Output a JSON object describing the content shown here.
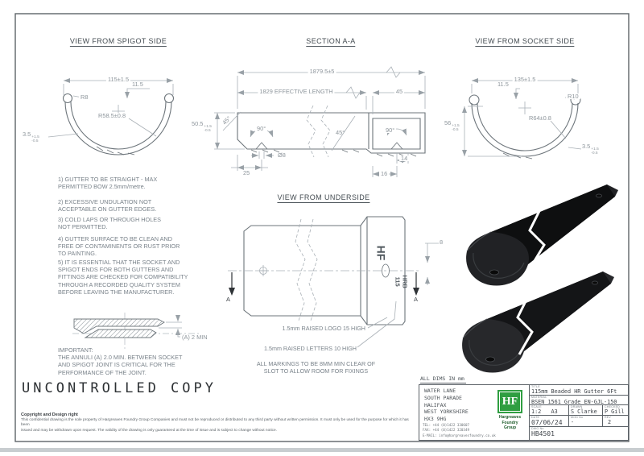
{
  "views": {
    "spigot": {
      "title": "VIEW FROM SPIGOT SIDE",
      "dim_width": "115±1.5",
      "dim_offset": "11.5",
      "dim_bead_radius": "R8",
      "dim_radius": "R58.5±0.8",
      "dim_thickness": "3.5",
      "dim_thickness_plus": "+1.5",
      "dim_thickness_minus": "-0.5"
    },
    "section": {
      "title": "SECTION A-A",
      "dim_overall": "1879.5±5",
      "dim_effective": "1829 EFFECTIVE LENGTH",
      "dim_socket_length": "45",
      "dim_height": "50.5",
      "dim_height_plus": "+1.5",
      "dim_height_minus": "-0.5",
      "dim_chamfer_left": "45°",
      "dim_chamfer_mid": "45°",
      "dim_countersink_left": "90°",
      "dim_countersink_right": "90°",
      "dim_hole_dia": "Ø8",
      "dim_hole_offset": "25",
      "dim_socket_14": "14",
      "dim_socket_16": "16"
    },
    "socket": {
      "title": "VIEW FROM SOCKET SIDE",
      "dim_width": "135±1.5",
      "dim_offset": "11.5",
      "dim_bead_radius": "R10",
      "dim_radius": "R64±0.8",
      "dim_height": "56",
      "dim_height_plus": "+1.5",
      "dim_height_minus": "-0.5",
      "dim_thickness": "3.5",
      "dim_thickness_plus": "+1.5",
      "dim_thickness_minus": "-0.5"
    },
    "underside": {
      "title": "VIEW FROM UNDERSIDE",
      "cast_logo": "HF",
      "cast_text": "HRB\n115",
      "dim_clearance": "8",
      "section_marker_left": "A",
      "section_marker_right": "A",
      "callout_logo": "1.5mm RAISED LOGO 15 HIGH",
      "callout_letters": "1.5mm RAISED LETTERS 10 HIGH",
      "markings_note": "ALL MARKINGS TO BE 8MM MIN CLEAR OF\nSLOT TO ALLOW ROOM FOR FIXINGS"
    }
  },
  "notes": [
    "1) GUTTER TO BE STRAIGHT - MAX\nPERMITTED BOW 2.5mm/metre.",
    "2) EXCESSIVE UNDULATION NOT\nACCEPTABLE ON GUTTER EDGES.",
    "3) COLD LAPS OR THROUGH HOLES\nNOT PERMITTED.",
    "4) GUTTER SURFACE TO BE CLEAN AND\nFREE OF CONTAMINENTS OR RUST PRIOR\nTO PAINTING.",
    "5) IT IS ESSENTIAL THAT THE SOCKET AND\nSPIGOT ENDS FOR BOTH GUTTERS AND\nFITTINGS ARE CHECKED FOR COMPATIBILITY\nTHROUGH A RECORDED QUALITY SYSTEM\nBEFORE LEAVING THE MANUFACTURER."
  ],
  "joint_detail": {
    "annulus_label": "(A) 2 MIN",
    "important": "IMPORTANT:\nTHE ANNULI (A) 2.0 MIN. BETWEEN SOCKET\nAND SPIGOT JOINT IS CRITICAL FOR THE\nPERFORMANCE OF THE JOINT."
  },
  "stamp": "UNCONTROLLED COPY",
  "copyright": {
    "heading": "Copyright and Design right",
    "body": "This confidential drawing is the sole property of Hargreaves Foundry Group Companies and must not be reproduced or distributed to any third party without written permission. It must only be used for the purpose for which it has been\nissued and may be withdrawn upon request. The validity of the drawing is only guaranteed at the time of issue and is subject to change without notice."
  },
  "title_block": {
    "all_dims": "ALL DIMS IN mm",
    "address": "WATER LANE\nSOUTH PARADE\nHALIFAX\nWEST YORKSHIRE\nHX3 9HG",
    "contact": "TEL: +44 (0)1422 330607\nFAX: +44 (0)1422 320349\nE-MAIL: info@hargreavesfoundry.co.uk",
    "logo": {
      "monogram": "HF",
      "company": "Hargreaves\nFoundry\nGroup",
      "green": "#2f9e41"
    },
    "labels": {
      "title": "TITLE",
      "material": "MATERIAL",
      "scale": "SCALE",
      "drawn": "DRAWN",
      "checked": "CHECKED",
      "date": "DATE",
      "mod": "MOD No",
      "rev": "REV",
      "dwg": "DWG No"
    },
    "values": {
      "title": "115mm Beaded HR Gutter 6Ft",
      "material": "BSEN 1561 Grade EN-GJL-150",
      "scale": "1:2   A3",
      "drawn": "S Clarke",
      "checked": "P Gill",
      "date": "07/06/24",
      "mod": "-",
      "rev": "2",
      "dwg": "HB4501"
    }
  }
}
